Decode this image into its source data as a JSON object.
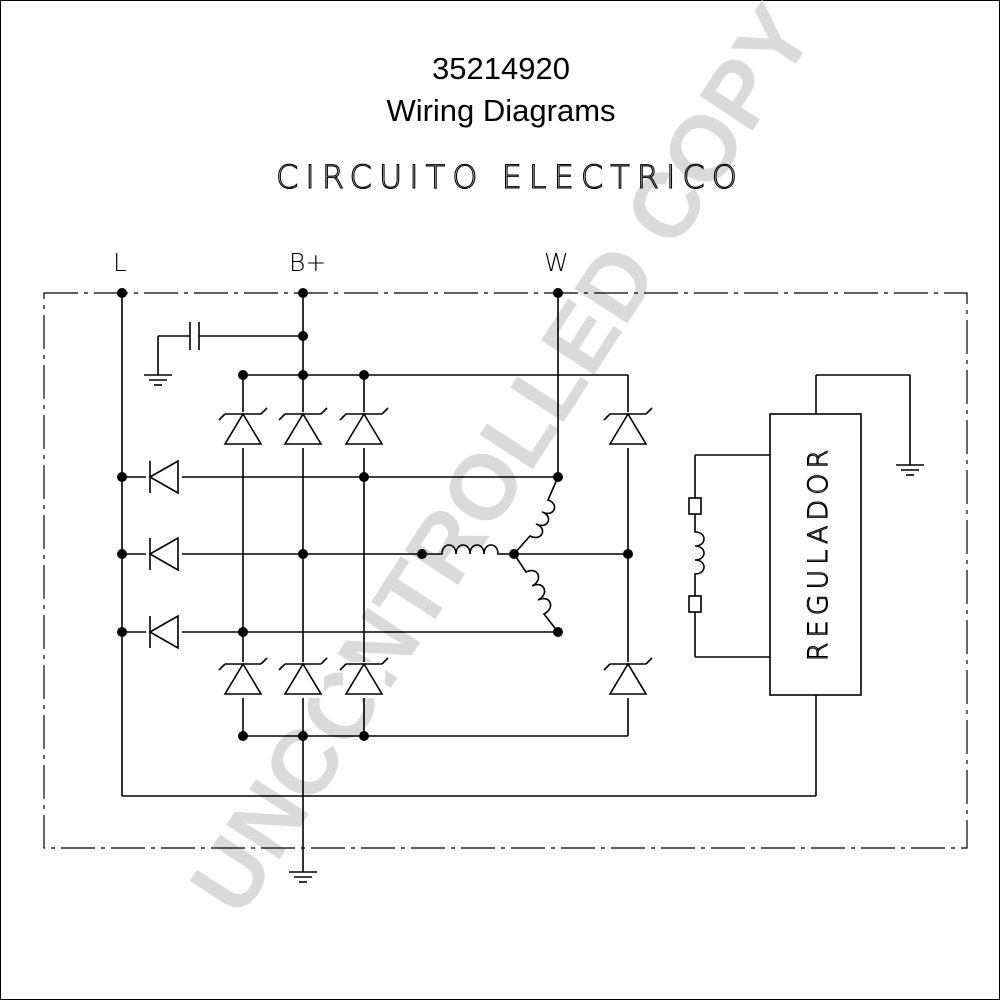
{
  "header": {
    "part_number": "35214920",
    "subtitle": "Wiring Diagrams",
    "diagram_heading": "CIRCUITO ELECTRICO"
  },
  "terminals": {
    "l": "L",
    "b_plus": "B+",
    "w": "W"
  },
  "regulator": {
    "label": "REGULADOR"
  },
  "watermark": {
    "text": "UNCONTROLLED COPY"
  }
}
